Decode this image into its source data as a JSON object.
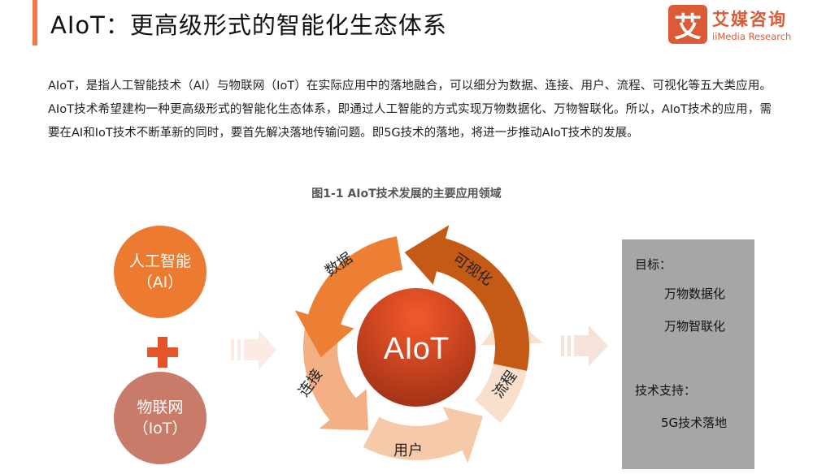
{
  "header": {
    "title": "AIoT：更高级形式的智能化生态体系",
    "logo_mark": "艾",
    "logo_cn": "艾媒咨询",
    "logo_en": "iiMedia Research"
  },
  "paragraph": "AIoT，是指人工智能技术（AI）与物联网（IoT）在实际应用中的落地融合，可以细分为数据、连接、用户、流程、可视化等五大类应用。AIoT技术希望建构一种更高级形式的智能化生态体系，即通过人工智能的方式实现万物数据化、万物智联化。所以，AIoT技术的应用，需要在AI和IoT技术不断革新的同时，要首先解决落地传输问题。即5G技术的落地，将进一步推动AIoT技术的发展。",
  "figure": {
    "caption": "图1-1 AIoT技术发展的主要应用领域",
    "ai": {
      "line1": "人工智能",
      "line2": "（AI）"
    },
    "iot": {
      "line1": "物联网",
      "line2": "（IoT）"
    },
    "center": "AIoT",
    "cycle": [
      {
        "label": "可视化",
        "color": "#c55a16"
      },
      {
        "label": "数据",
        "color": "#ec7f33"
      },
      {
        "label": "连接",
        "color": "#f2b084"
      },
      {
        "label": "用户",
        "color": "#f6c9a8"
      },
      {
        "label": "流程",
        "color": "#f9e0cc"
      }
    ],
    "goals": {
      "title": "目标：",
      "items": [
        "万物数据化",
        "万物智联化"
      ],
      "support_title": "技术支持：",
      "support": "5G技术落地"
    }
  }
}
